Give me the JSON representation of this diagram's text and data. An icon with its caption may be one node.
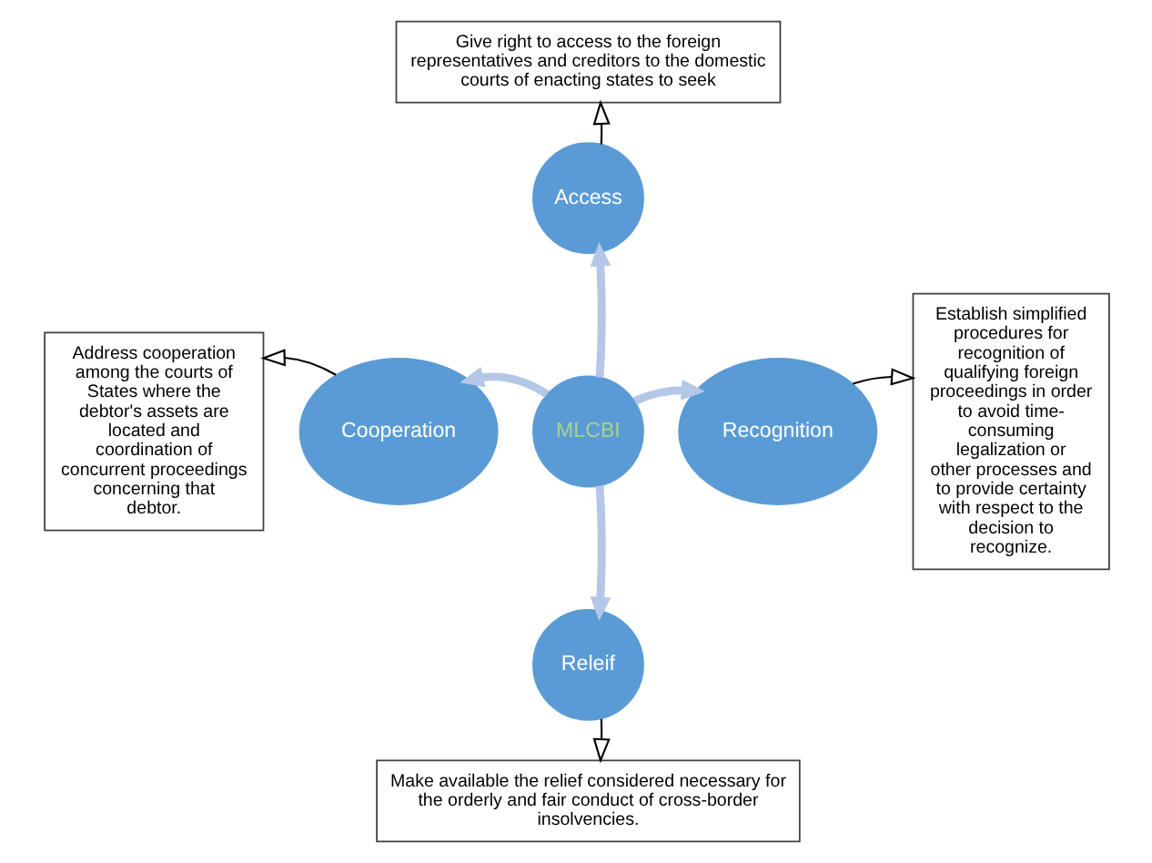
{
  "diagram": {
    "nodes": [
      {
        "text": [
          "Give right to access to the foreign representatives and creditors to the domestic courts of enacting states to seek"
        ]
      },
      {
        "text": [
          "Access"
        ]
      },
      {
        "text": [
          "Address cooperation among the courts of States where the debtor's assets are located and coordination of concurrent proceedings concerning that debtor."
        ]
      },
      {
        "text": [
          "Cooperation"
        ]
      },
      {
        "text": [
          "MLCBI"
        ]
      },
      {
        "text": [
          "Recognition"
        ]
      },
      {
        "text": [
          "Establish simplified procedures for recognition of qualifying foreign proceedings in order to avoid time-consuming legalization or other processes and to provide certainty with respect to the decision to recognize."
        ]
      },
      {
        "text": [
          "Releif"
        ]
      },
      {
        "text": [
          "Make available the relief considered necessary for the orderly and fair conduct of cross-border insolvencies."
        ]
      }
    ],
    "edges": [
      {
        "from": 4,
        "to": 1,
        "arrow": "to",
        "style": "thick",
        "color": "#b4c7e7"
      },
      {
        "from": 4,
        "to": 3,
        "arrow": "to",
        "style": "thick",
        "color": "#b4c7e7"
      },
      {
        "from": 4,
        "to": 5,
        "arrow": "to",
        "style": "thick",
        "color": "#b4c7e7"
      },
      {
        "from": 4,
        "to": 7,
        "arrow": "to",
        "style": "thick",
        "color": "#b4c7e7"
      },
      {
        "from": 1,
        "to": 0,
        "arrow": "to",
        "color": "#000000"
      },
      {
        "from": 3,
        "to": 2,
        "arrow": "to",
        "color": "#000000"
      },
      {
        "from": 5,
        "to": 6,
        "arrow": "to",
        "color": "#000000"
      },
      {
        "from": 7,
        "to": 8,
        "arrow": "to",
        "color": "#000000"
      }
    ]
  }
}
